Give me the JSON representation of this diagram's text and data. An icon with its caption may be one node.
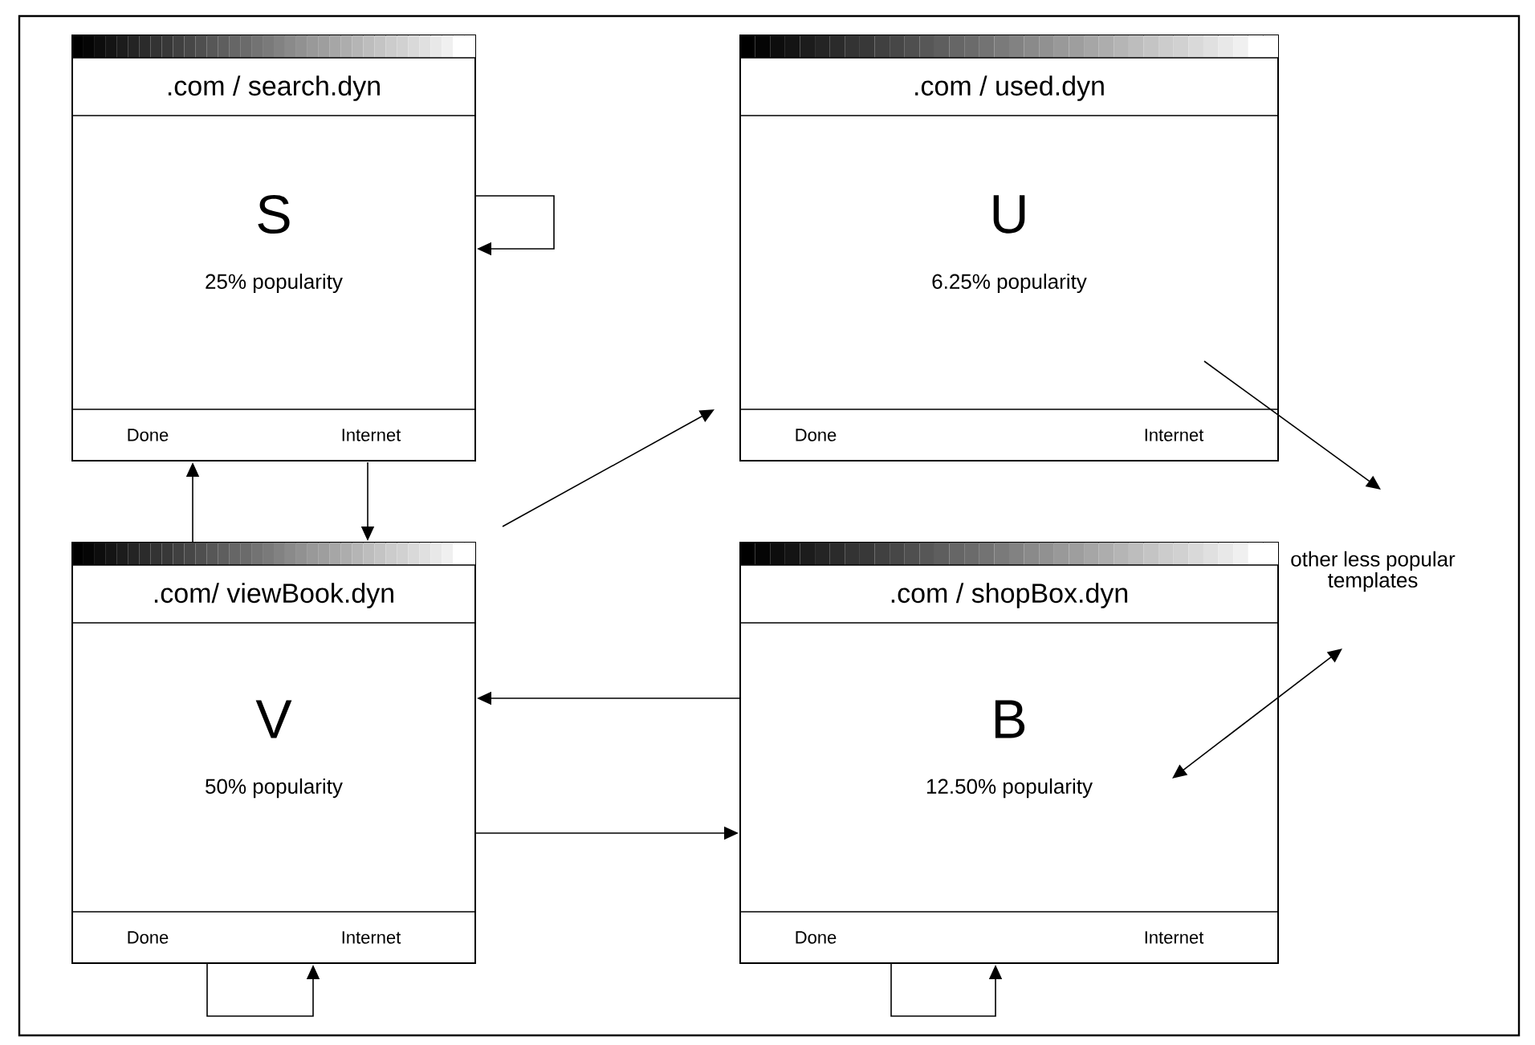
{
  "diagram": {
    "nodes": [
      {
        "text": [
          ".com / search.dyn",
          "S",
          "25% popularity",
          "Done",
          "Internet"
        ]
      },
      {
        "text": [
          ".com / used.dyn",
          "U",
          "6.25% popularity",
          "Done",
          "Internet"
        ]
      },
      {
        "text": [
          ".com/ viewBook.dyn",
          "V",
          "50% popularity",
          "Done",
          "Internet"
        ]
      },
      {
        "text": [
          ".com / shopBox.dyn",
          "B",
          "12.50% popularity",
          "Done",
          "Internet"
        ]
      },
      {
        "text": [
          "other less popular templates"
        ]
      }
    ],
    "edges": [
      {
        "from": 0,
        "to": 0,
        "arrow": "to"
      },
      {
        "from": 2,
        "to": 0,
        "arrow": "to"
      },
      {
        "from": 0,
        "to": 2,
        "arrow": "to"
      },
      {
        "from": 2,
        "to": 1,
        "arrow": "to"
      },
      {
        "from": 1,
        "to": 4,
        "arrow": "to"
      },
      {
        "from": 3,
        "to": 4,
        "arrow": "both"
      },
      {
        "from": 3,
        "to": 2,
        "arrow": "to"
      },
      {
        "from": 2,
        "to": 3,
        "arrow": "to"
      },
      {
        "from": 2,
        "to": 2,
        "arrow": "to"
      },
      {
        "from": 3,
        "to": 3,
        "arrow": "to"
      }
    ]
  }
}
